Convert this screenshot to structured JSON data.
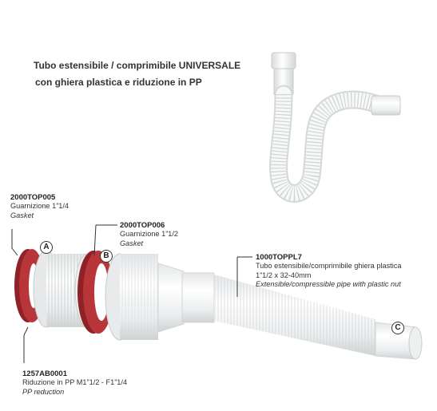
{
  "title": {
    "line1": "Tubo estensibile / comprimibile UNIVERSALE",
    "line2": "con ghiera plastica e riduzione in PP"
  },
  "parts": {
    "gasket_a": {
      "code": "2000TOP005",
      "it": "Guarnizione 1”1/4",
      "en": "Gasket"
    },
    "gasket_b": {
      "code": "2000TOP006",
      "it": "Guarnizione 1”1/2",
      "en": "Gasket"
    },
    "reduction": {
      "code": "1257AB0001",
      "it": "Riduzione in PP M1”1/2 - F1”1/4",
      "en": "PP reduction"
    },
    "pipe": {
      "code": "1000TOPPL7",
      "it": "Tubo estensibile/comprimibile ghiera plastica",
      "size": "1”1/2 x 32-40mm",
      "en": "Extensible/compressible pipe with plastic nut"
    }
  },
  "markers": {
    "a": "A",
    "b": "B",
    "c": "C"
  },
  "colors": {
    "gasket": "#b8353a",
    "pipe": "#f2f3f3",
    "pipe_shadow": "#d6d9da"
  }
}
